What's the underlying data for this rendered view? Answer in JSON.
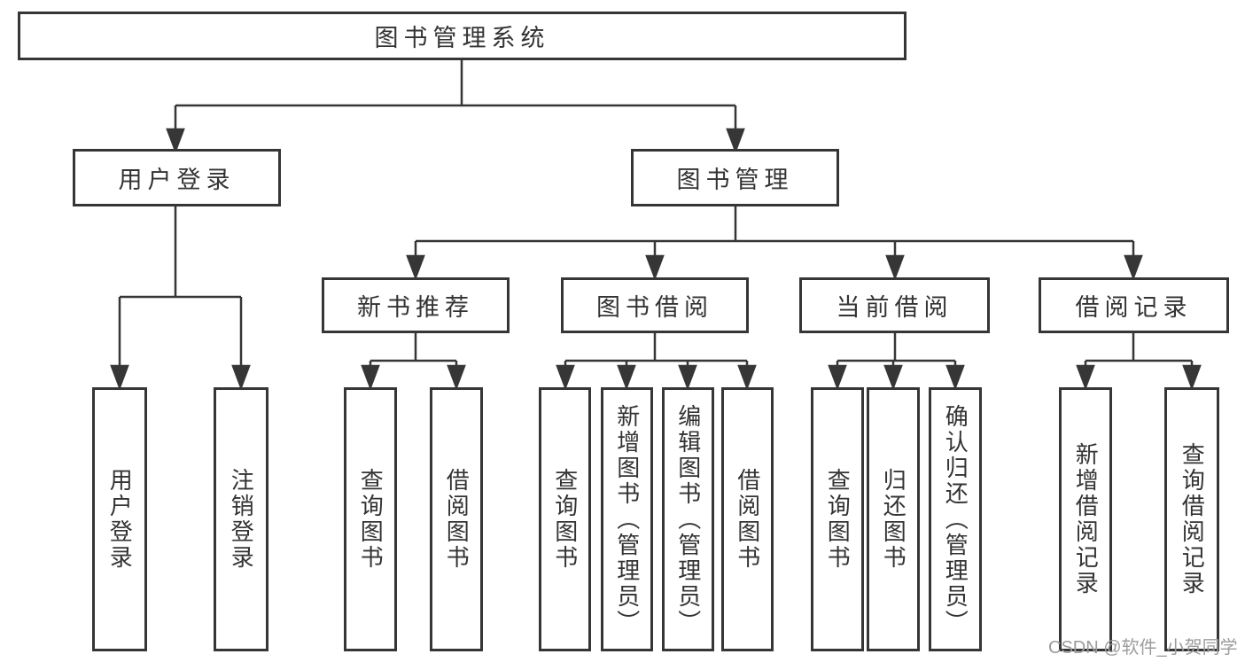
{
  "diagram": {
    "title_node": "图书管理系统",
    "root": {
      "label": "图书管理系统",
      "children": [
        {
          "label": "用户登录",
          "children": [
            {
              "label": "用户登录"
            },
            {
              "label": "注销登录"
            }
          ]
        },
        {
          "label": "图书管理",
          "children": [
            {
              "label": "新书推荐",
              "children": [
                {
                  "label": "查询图书"
                },
                {
                  "label": "借阅图书"
                }
              ]
            },
            {
              "label": "图书借阅",
              "children": [
                {
                  "label": "查询图书"
                },
                {
                  "label": "新增图书（管理员）"
                },
                {
                  "label": "编辑图书（管理员）"
                },
                {
                  "label": "借阅图书"
                }
              ]
            },
            {
              "label": "当前借阅",
              "children": [
                {
                  "label": "查询图书"
                },
                {
                  "label": "归还图书"
                },
                {
                  "label": "确认归还（管理员）"
                }
              ]
            },
            {
              "label": "借阅记录",
              "children": [
                {
                  "label": "新增借阅记录"
                },
                {
                  "label": "查询借阅记录"
                }
              ]
            }
          ]
        }
      ]
    },
    "colors": {
      "line": "#363636",
      "border": "#363636",
      "text": "#333333",
      "background": "#ffffff",
      "watermark": "#9c9c9c"
    }
  },
  "watermark": {
    "text": "CSDN @软件_小贺同学"
  }
}
